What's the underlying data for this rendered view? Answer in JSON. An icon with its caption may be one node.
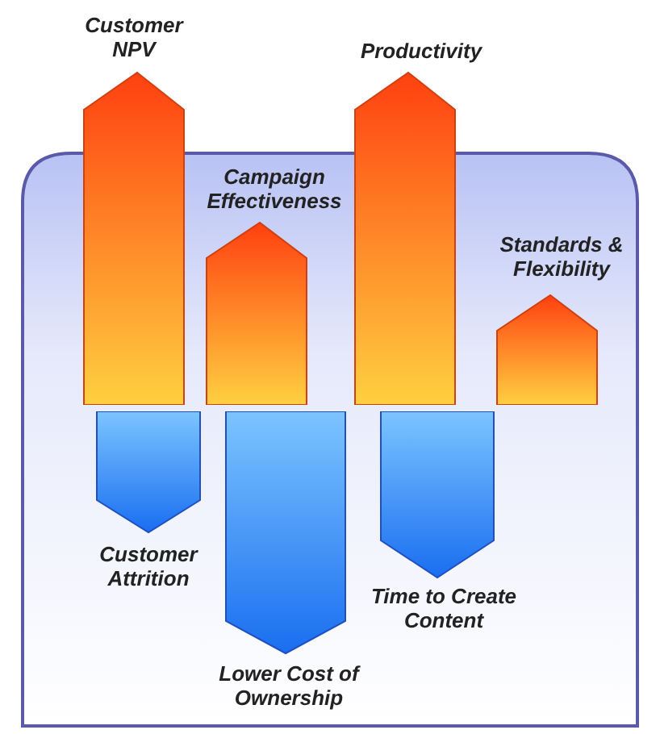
{
  "diagram": {
    "nodes": [
      {
        "text": [
          "Customer NPV"
        ]
      },
      {
        "text": [
          "Productivity"
        ]
      },
      {
        "text": [
          "Campaign Effectiveness"
        ]
      },
      {
        "text": [
          "Standards & Flexibility"
        ]
      },
      {
        "text": [
          "Customer Attrition"
        ]
      },
      {
        "text": [
          "Time to Create Content"
        ]
      },
      {
        "text": [
          "Lower Cost of Ownership"
        ]
      }
    ],
    "edges": []
  }
}
